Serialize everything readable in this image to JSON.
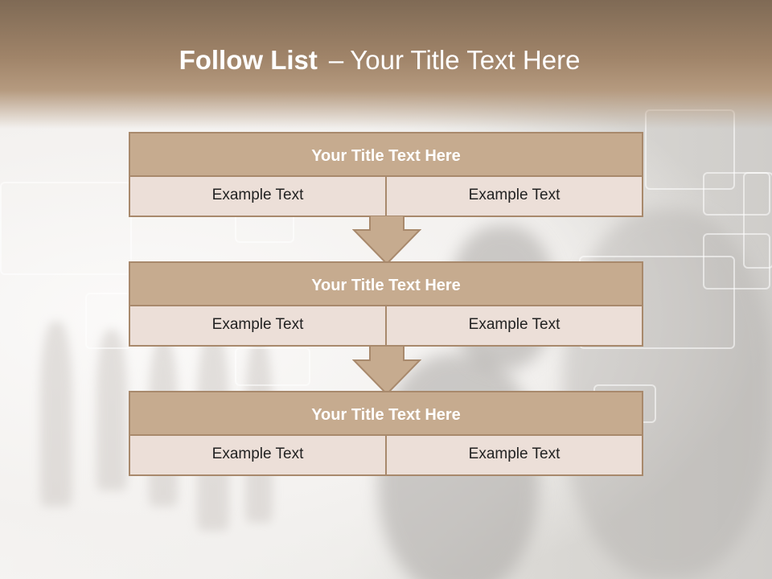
{
  "slide": {
    "title_bold": "Follow List",
    "title_dash": "–",
    "title_rest": "Your Title Text Here"
  },
  "blocks": [
    {
      "title": "Your Title Text Here",
      "left": "Example Text",
      "right": "Example Text"
    },
    {
      "title": "Your Title Text Here",
      "left": "Example Text",
      "right": "Example Text"
    },
    {
      "title": "Your Title Text Here",
      "left": "Example Text",
      "right": "Example Text"
    }
  ],
  "colors": {
    "header": "#a08469",
    "block_title_fill": "#c6ab8f",
    "block_border": "#a8896c",
    "cell_fill": "#ecdfd8",
    "arrow_fill": "#c6ab8f"
  }
}
